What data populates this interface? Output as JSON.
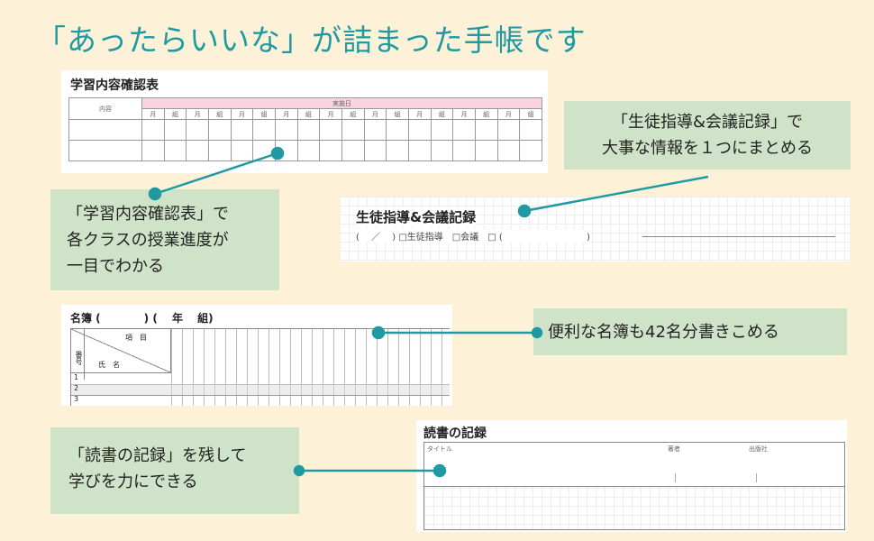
{
  "title": "「あったらいいな」が詰まった手帳です",
  "panel_study": {
    "heading": "学習内容確認表",
    "col_content": "内容",
    "col_date": "実施日",
    "sub_month": "月",
    "sub_group": "組"
  },
  "panel_guidance": {
    "heading": "生徒指導&会議記録",
    "sub": "(　 ／ 　) □生徒指導　□会議　□ (　　　　　　　　　 )"
  },
  "panel_roster": {
    "heading": "名簿 (　　　　) (　 年　 組)",
    "item": "項　目",
    "name": "氏　名",
    "number": "番号",
    "rows": [
      "1",
      "2",
      "3"
    ]
  },
  "panel_reading": {
    "heading": "読書の記録",
    "col_title": "タイトル",
    "col_author": "著者",
    "col_publisher": "出版社"
  },
  "callouts": {
    "study": "「学習内容確認表」で\n各クラスの授業進度が\n一目でわかる",
    "guidance": "「生徒指導&会議記録」で\n大事な情報を１つにまとめる",
    "roster": "便利な名簿も42名分書きこめる",
    "reading": "「読書の記録」を残して\n学びを力にできる"
  },
  "colors": {
    "accent": "#1f9aa3",
    "callout_bg": "#cfe3c8",
    "page_bg": "#fdf2d8"
  }
}
